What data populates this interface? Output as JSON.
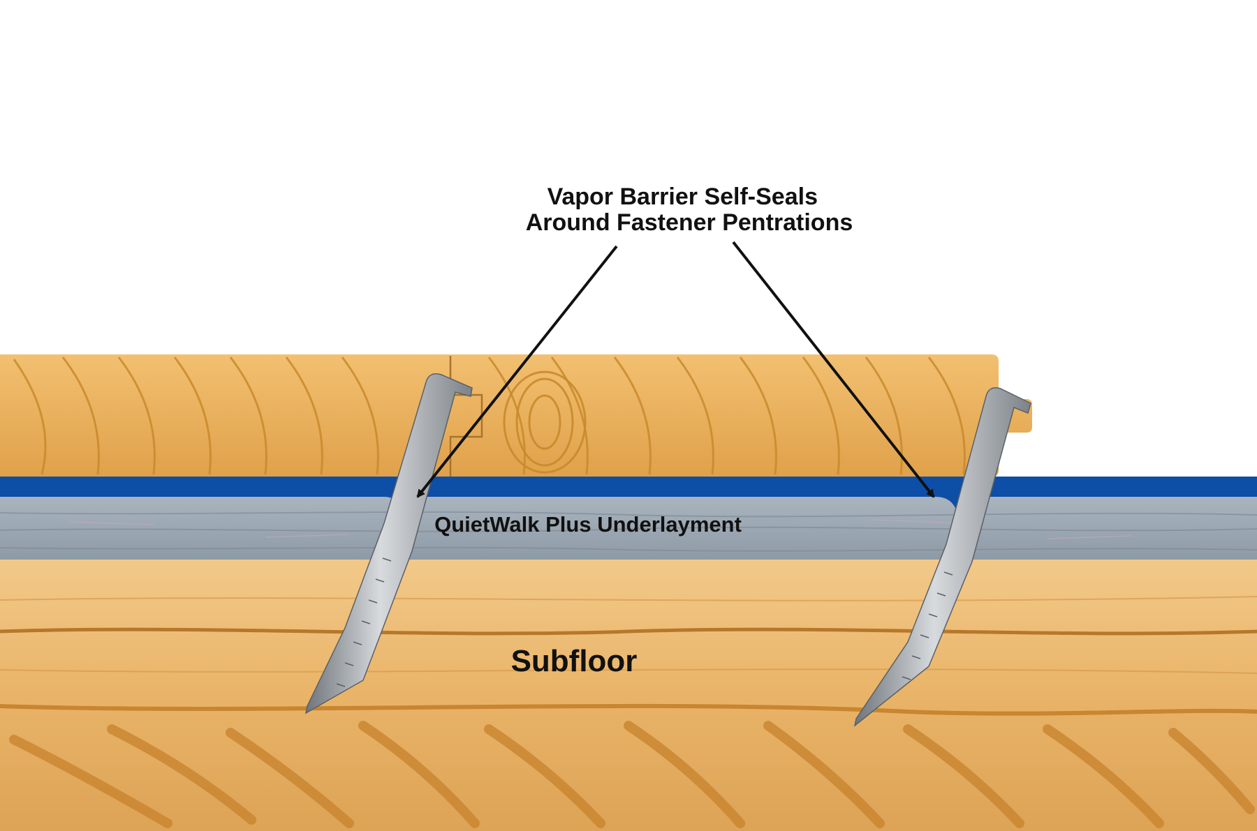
{
  "diagram": {
    "callout_lines": [
      "Vapor Barrier Self-Seals",
      "Around Fastener Pentrations"
    ],
    "underlayment_label": "QuietWalk Plus Underlayment",
    "subfloor_label": "Subfloor"
  },
  "colors": {
    "background": "#ffffff",
    "plank_wood": "#e9ad52",
    "plank_grain": "#c98a2c",
    "vapor_barrier": "#0d4ea6",
    "underlayment": "#9aa7b3",
    "subfloor_wood": "#ecb868",
    "subfloor_grain": "#c9852f",
    "nail": "#9ea3a8",
    "arrow": "#111111"
  }
}
